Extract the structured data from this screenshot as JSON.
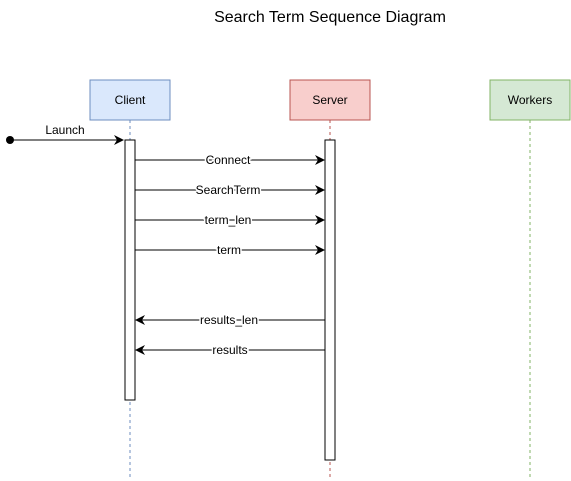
{
  "title": "Search Term Sequence Diagram",
  "participants": [
    {
      "id": "client",
      "label": "Client",
      "fill": "#dae8fc",
      "stroke": "#6c8ebf"
    },
    {
      "id": "server",
      "label": "Server",
      "fill": "#f8cecc",
      "stroke": "#b85450"
    },
    {
      "id": "workers",
      "label": "Workers",
      "fill": "#d5e8d4",
      "stroke": "#82b366"
    }
  ],
  "initial_message": {
    "label": "Launch",
    "to": "client"
  },
  "messages": [
    {
      "label": "Connect",
      "from": "client",
      "to": "server"
    },
    {
      "label": "SearchTerm",
      "from": "client",
      "to": "server"
    },
    {
      "label": "term_len",
      "from": "client",
      "to": "server"
    },
    {
      "label": "term",
      "from": "client",
      "to": "server"
    },
    {
      "label": "results_len",
      "from": "server",
      "to": "client"
    },
    {
      "label": "results",
      "from": "server",
      "to": "client"
    }
  ]
}
